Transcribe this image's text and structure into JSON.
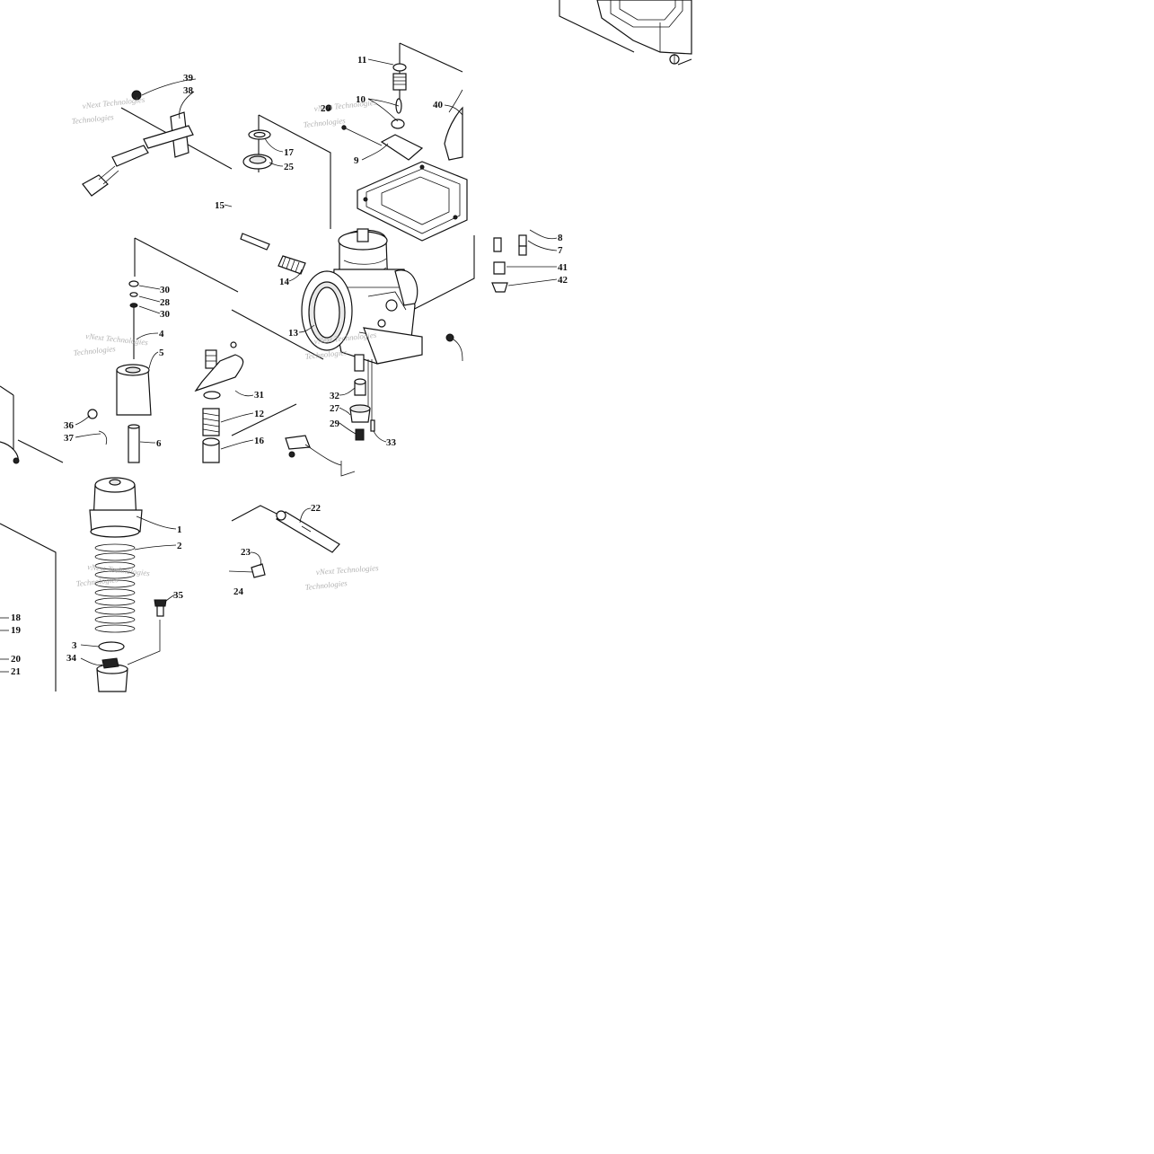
{
  "diagram": {
    "callouts": [
      {
        "id": "1",
        "text": "1"
      },
      {
        "id": "2",
        "text": "2"
      },
      {
        "id": "3",
        "text": "3"
      },
      {
        "id": "4",
        "text": "4"
      },
      {
        "id": "5",
        "text": "5"
      },
      {
        "id": "6",
        "text": "6"
      },
      {
        "id": "7",
        "text": "7"
      },
      {
        "id": "8",
        "text": "8"
      },
      {
        "id": "9",
        "text": "9"
      },
      {
        "id": "10",
        "text": "10"
      },
      {
        "id": "11",
        "text": "11"
      },
      {
        "id": "12",
        "text": "12"
      },
      {
        "id": "13",
        "text": "13"
      },
      {
        "id": "14",
        "text": "14"
      },
      {
        "id": "15",
        "text": "15"
      },
      {
        "id": "16",
        "text": "16"
      },
      {
        "id": "17",
        "text": "17"
      },
      {
        "id": "18",
        "text": "18"
      },
      {
        "id": "19",
        "text": "19"
      },
      {
        "id": "20",
        "text": "20"
      },
      {
        "id": "21",
        "text": "21"
      },
      {
        "id": "22",
        "text": "22"
      },
      {
        "id": "23",
        "text": "23"
      },
      {
        "id": "24",
        "text": "24"
      },
      {
        "id": "25",
        "text": "25"
      },
      {
        "id": "26",
        "text": "26"
      },
      {
        "id": "27",
        "text": "27"
      },
      {
        "id": "28",
        "text": "28"
      },
      {
        "id": "29",
        "text": "29"
      },
      {
        "id": "30a",
        "text": "30"
      },
      {
        "id": "30b",
        "text": "30"
      },
      {
        "id": "31",
        "text": "31"
      },
      {
        "id": "32",
        "text": "32"
      },
      {
        "id": "33",
        "text": "33"
      },
      {
        "id": "34",
        "text": "34"
      },
      {
        "id": "35",
        "text": "35"
      },
      {
        "id": "36",
        "text": "36"
      },
      {
        "id": "37",
        "text": "37"
      },
      {
        "id": "38",
        "text": "38"
      },
      {
        "id": "39",
        "text": "39"
      },
      {
        "id": "40",
        "text": "40"
      },
      {
        "id": "41",
        "text": "41"
      },
      {
        "id": "42",
        "text": "42"
      }
    ],
    "watermark": {
      "line1": "vNext Technologies",
      "line2": "Technologies"
    }
  }
}
